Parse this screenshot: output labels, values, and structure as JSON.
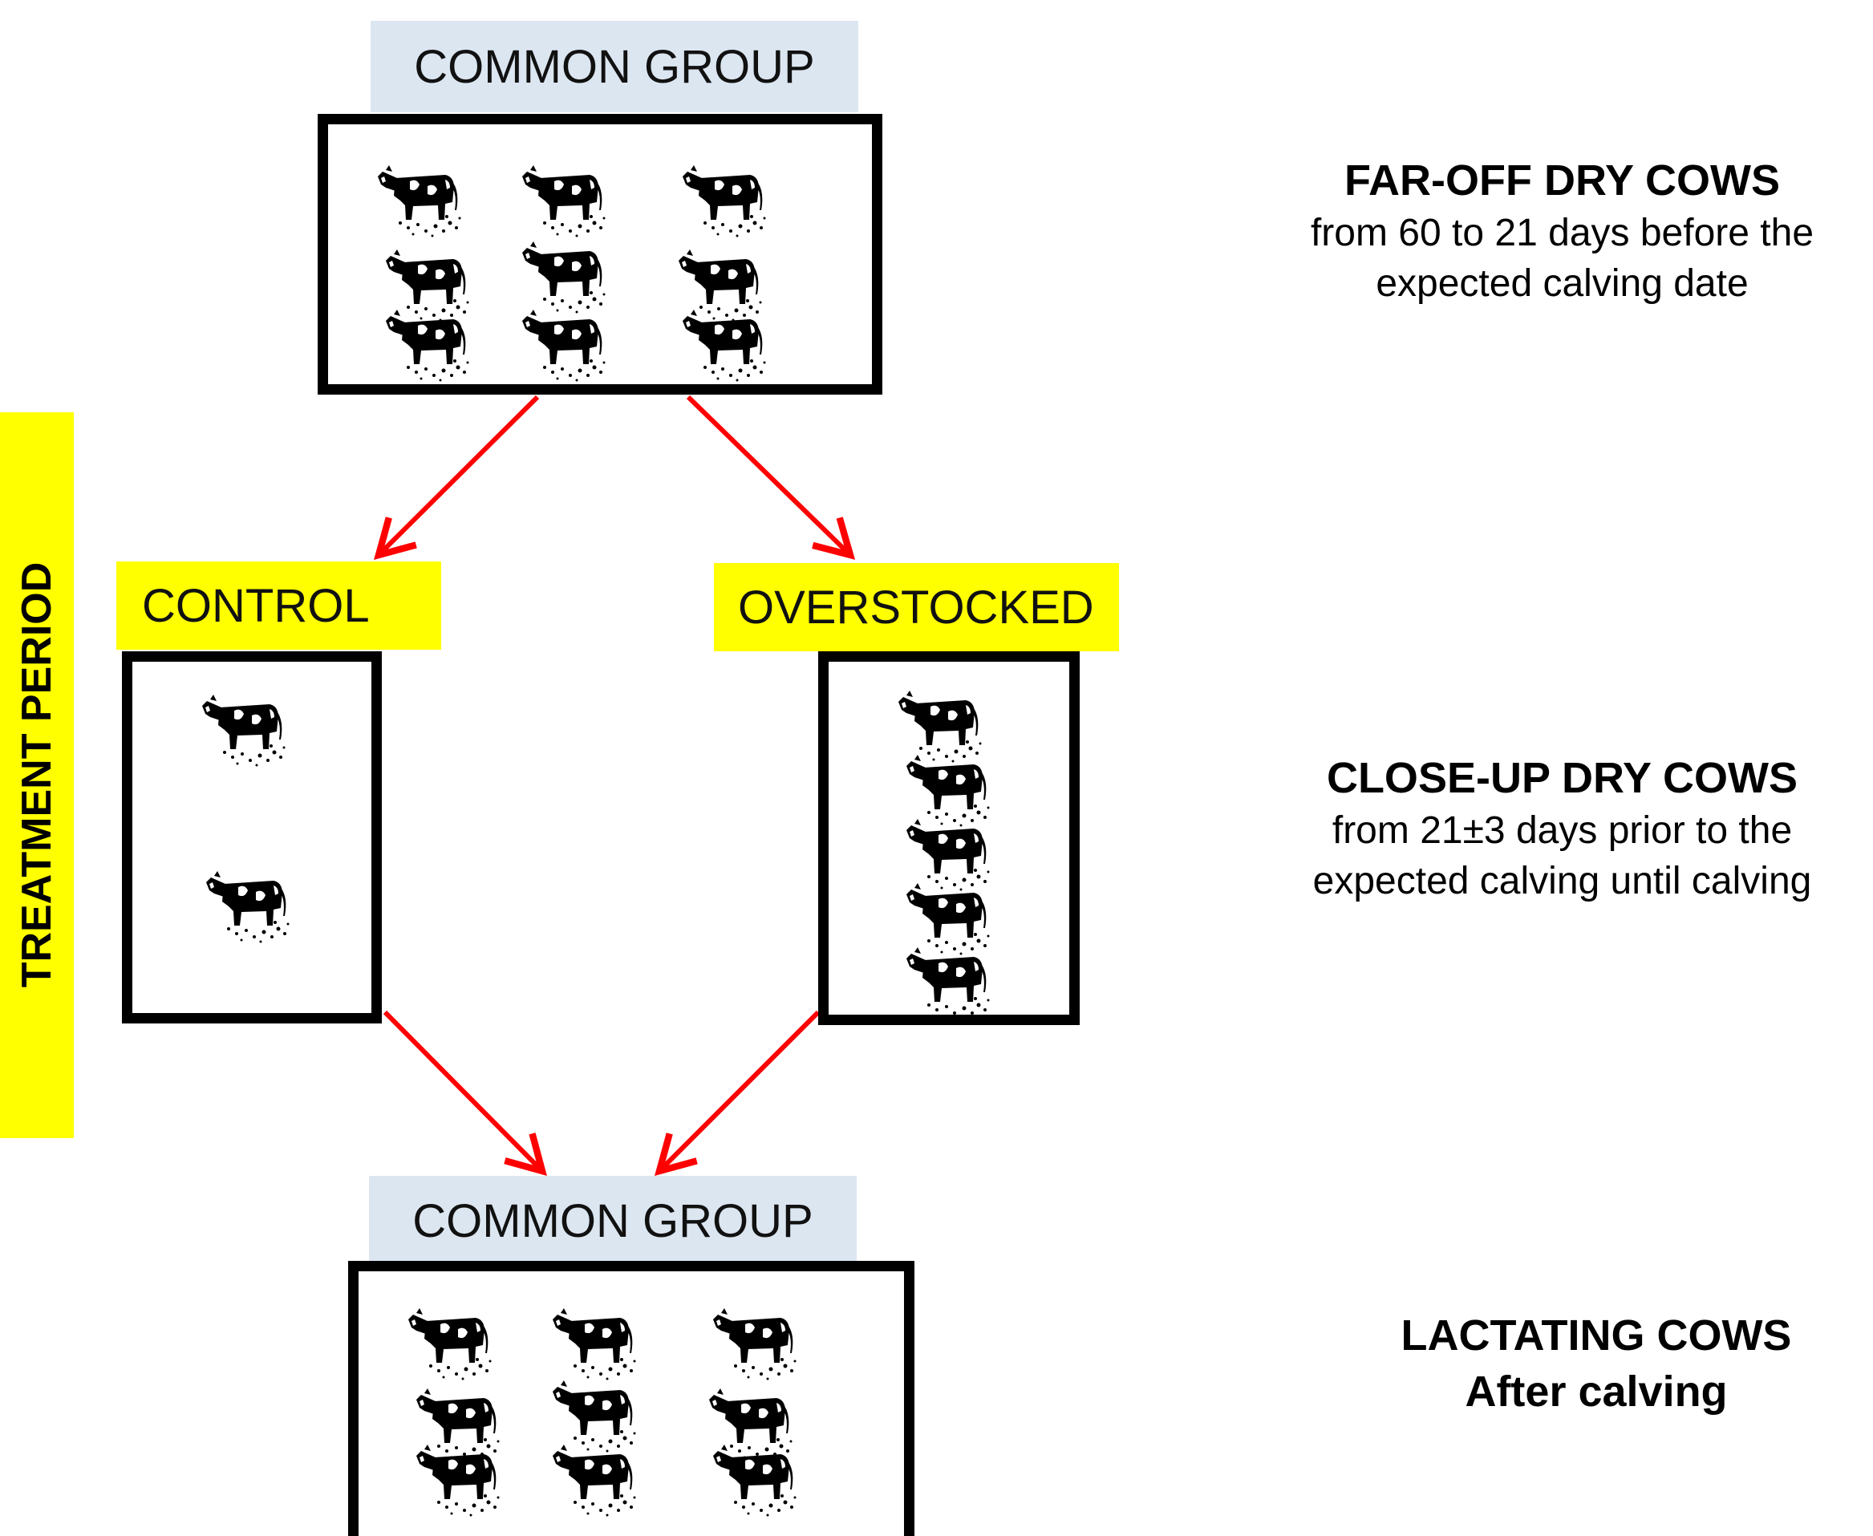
{
  "stages": {
    "far_off": {
      "title": "FAR-OFF DRY COWS",
      "desc": "from 60 to 21 days before the\nexpected calving date"
    },
    "close_up": {
      "title": "CLOSE-UP DRY COWS",
      "desc": "from 21±3 days prior to the\nexpected calving until calving"
    },
    "lactating": {
      "title": "LACTATING COWS",
      "desc": "After calving"
    }
  },
  "groups": {
    "top": {
      "label": "COMMON GROUP",
      "cows": 9
    },
    "control": {
      "label": "CONTROL",
      "cows": 2
    },
    "overstocked": {
      "label": "OVERSTOCKED",
      "cows": 5
    },
    "bottom": {
      "label": "COMMON GROUP",
      "cows": 9
    }
  },
  "period_label": "TREATMENT PERIOD",
  "colors": {
    "arrow": "#ff0000",
    "highlight": "#ffff00",
    "common_label_bg": "#dce6f1",
    "pen_border": "#000000"
  },
  "icons": {
    "cow": "cow-icon",
    "arrow": "arrow-icon"
  }
}
